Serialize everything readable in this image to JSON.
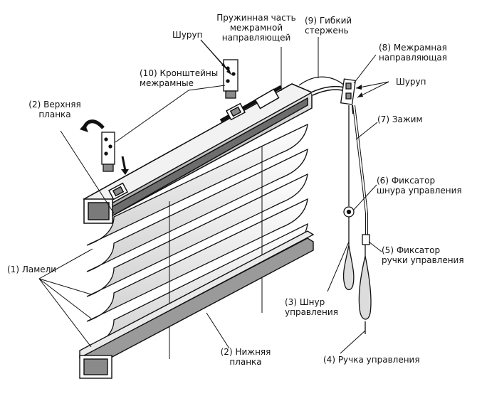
{
  "labels": {
    "lamels": "(1) Ламели",
    "top_bar": [
      "(2) Верхняя",
      "планка"
    ],
    "bottom_bar": [
      "(2) Нижняя",
      "планка"
    ],
    "control_cord": [
      "(3) Шнур",
      "управления"
    ],
    "control_handle": "(4) Ручка управления",
    "handle_fixer": [
      "(5) Фиксатор",
      "ручки управления"
    ],
    "cord_fixer": [
      "(6) Фиксатор",
      "шнура управления"
    ],
    "clamp": "(7) Зажим",
    "interframe_guide": [
      "(8) Межрамная",
      "направляющая"
    ],
    "flexible_rod": [
      "(9) Гибкий",
      "стержень"
    ],
    "interframe_brackets": [
      "(10) Кронштейны",
      "межрамные"
    ],
    "screw_top": "Шуруп",
    "screw_right": "Шуруп",
    "spring_part": [
      "Пружинная часть",
      "межрамной",
      "направляющей"
    ]
  },
  "colors": {
    "line": "#111111",
    "fill_light": "#ffffff",
    "fill_shade": "#c8c8c8",
    "fill_dark": "#8a8a8a"
  }
}
